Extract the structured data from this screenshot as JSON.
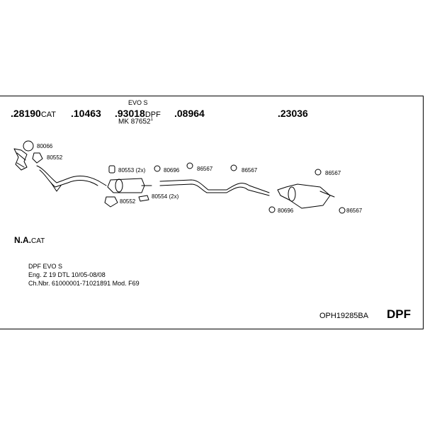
{
  "header": {
    "evo_label": "EVO S",
    "parts": [
      {
        "num": ".28190",
        "suffix": "CAT"
      },
      {
        "num": ".10463",
        "suffix": ""
      },
      {
        "num": ".93018",
        "suffix": "DPF"
      },
      {
        "num": ".08964",
        "suffix": ""
      },
      {
        "num": ".23036",
        "suffix": ""
      }
    ],
    "mk_label": "MK 87652",
    "mk_note": "1"
  },
  "hardware": [
    {
      "id": "80066",
      "text": "80066"
    },
    {
      "id": "80552a",
      "text": "80552"
    },
    {
      "id": "80553",
      "text": "80553 (2x)"
    },
    {
      "id": "80696a",
      "text": "80696"
    },
    {
      "id": "86567a",
      "text": "86567"
    },
    {
      "id": "86567b",
      "text": "86567"
    },
    {
      "id": "86567c",
      "text": "86567"
    },
    {
      "id": "86567d",
      "text": "86567"
    },
    {
      "id": "80554",
      "text": "80554 (2x)"
    },
    {
      "id": "80552b",
      "text": "80552"
    },
    {
      "id": "80696b",
      "text": "80696"
    }
  ],
  "notes": {
    "na": {
      "main": "N.A.",
      "suffix": "CAT"
    },
    "spec_lines": [
      "DPF EVO S",
      "Eng. Z 19 DTL  10/05-08/08",
      "Ch.Nbr. 61000001-71021891    Mod. F69"
    ]
  },
  "footer": {
    "code": "OPH19285BA",
    "badge": "DPF"
  }
}
